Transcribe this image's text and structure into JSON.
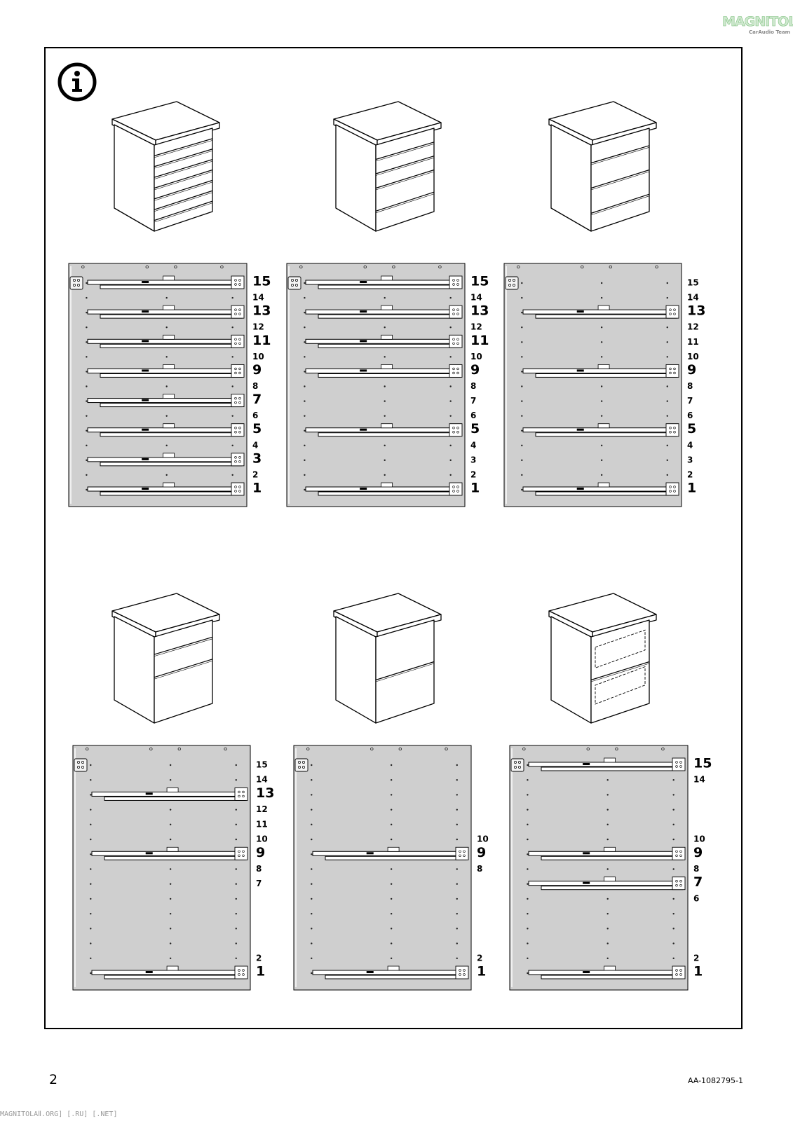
{
  "header": {
    "watermark_logo_text": "MAGNITOLA",
    "watermark_logo_subtext": "CarAudio Team",
    "info_icon": "info-icon"
  },
  "footer": {
    "page_number": "2",
    "document_code": "AA-1082795-1",
    "watermark_text": "MAGNITOLAⅡ.ORG] [.RU] [.NET]"
  },
  "configurations": [
    {
      "id": "eight-drawers",
      "drawer_fronts": 8,
      "rail_positions": [
        15,
        13,
        11,
        9,
        7,
        5,
        3,
        1
      ],
      "labels": [
        "15",
        "14",
        "13",
        "12",
        "11",
        "10",
        "9",
        "8",
        "7",
        "6",
        "5",
        "4",
        "3",
        "2",
        "1"
      ]
    },
    {
      "id": "six-drawers",
      "drawer_fronts": 5,
      "rail_positions": [
        15,
        13,
        11,
        9,
        5,
        1
      ],
      "labels": [
        "15",
        "14",
        "13",
        "12",
        "11",
        "10",
        "9",
        "8",
        "7",
        "6",
        "5",
        "4",
        "3",
        "2",
        "1"
      ]
    },
    {
      "id": "four-drawers",
      "drawer_fronts": 4,
      "rail_positions": [
        13,
        9,
        5,
        1
      ],
      "labels": [
        "15",
        "14",
        "13",
        "12",
        "11",
        "10",
        "9",
        "8",
        "7",
        "6",
        "5",
        "4",
        "3",
        "2",
        "1"
      ]
    },
    {
      "id": "three-drawers",
      "drawer_fronts": 3,
      "rail_positions": [
        13,
        9,
        1
      ],
      "labels": [
        "15",
        "14",
        "13",
        "12",
        "11",
        "10",
        "9",
        "8",
        "7",
        "2",
        "1"
      ]
    },
    {
      "id": "two-drawers",
      "drawer_fronts": 2,
      "rail_positions": [
        9,
        1
      ],
      "labels": [
        "10",
        "9",
        "8",
        "2",
        "1"
      ]
    },
    {
      "id": "two-drawers-inner",
      "drawer_fronts": 2,
      "rail_positions": [
        15,
        9,
        7,
        1
      ],
      "labels": [
        "15",
        "14",
        "10",
        "9",
        "8",
        "7",
        "6",
        "2",
        "1"
      ]
    }
  ]
}
